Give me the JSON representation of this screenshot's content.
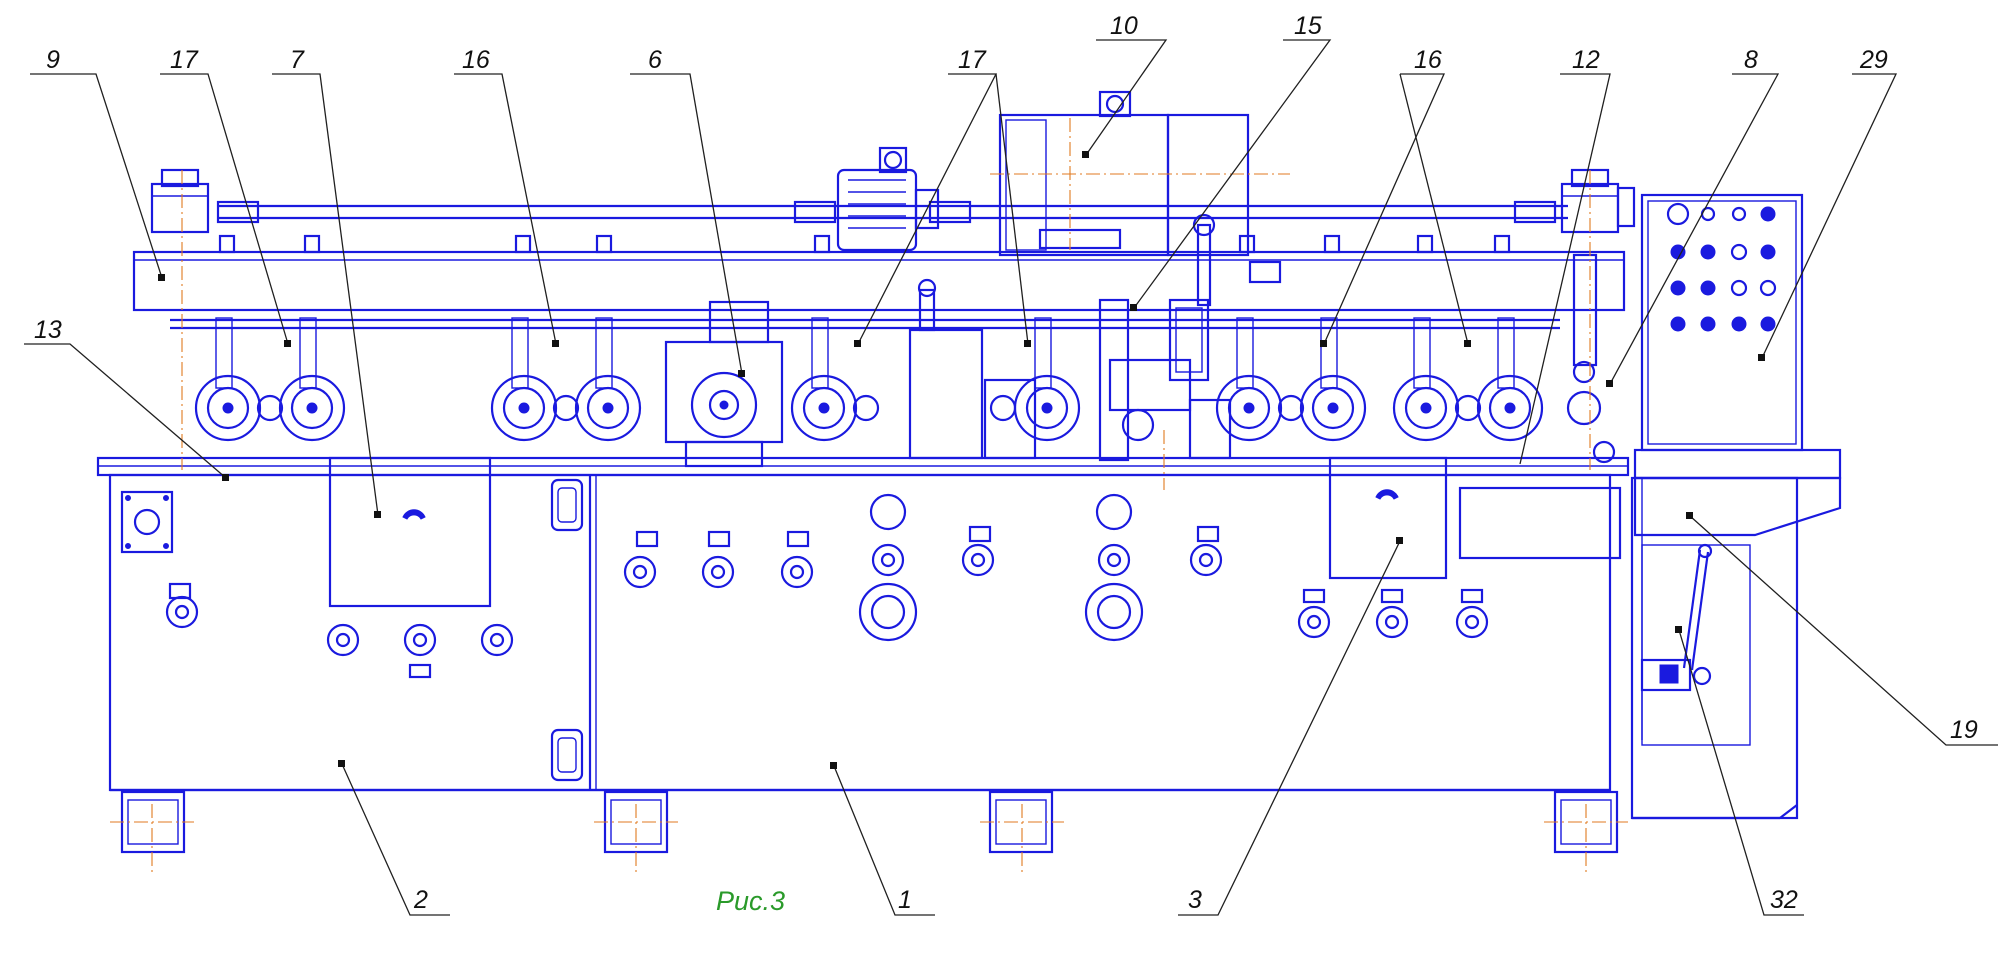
{
  "figure": {
    "caption": "Рис.3",
    "colors": {
      "outline": "#1a1adf",
      "axis": "#e07a20",
      "leader": "#202020",
      "caption": "#2a9a2a"
    },
    "labels": [
      "9",
      "17",
      "7",
      "16",
      "6",
      "17",
      "10",
      "15",
      "16",
      "12",
      "8",
      "29",
      "13",
      "19",
      "2",
      "1",
      "3",
      "32"
    ]
  }
}
